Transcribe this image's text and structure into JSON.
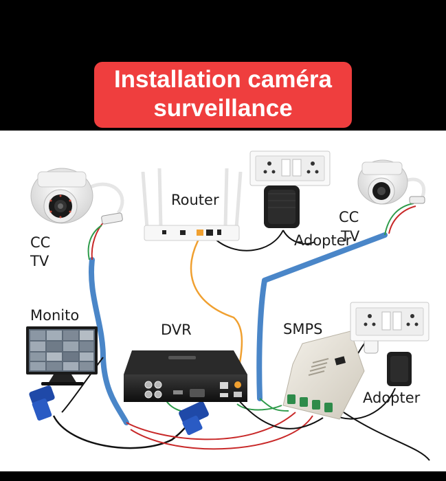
{
  "title": {
    "line1": "Installation caméra",
    "line2": "surveillance"
  },
  "labels": {
    "router": "Router",
    "cctv_left_1": "CC",
    "cctv_left_2": "TV",
    "cctv_right_1": "CC",
    "cctv_right_2": "TV",
    "adapter_top": "Adopter",
    "monitor": "Monito",
    "dvr": "DVR",
    "smps": "SMPS",
    "adapter_bottom": "Adopter"
  },
  "colors": {
    "title_bg": "#ef3e3e",
    "coax_cable": "#4a86c8",
    "lan_cable": "#f0a030",
    "power_red": "#c82828",
    "signal_green": "#2e9b4a",
    "power_black": "#111111"
  }
}
